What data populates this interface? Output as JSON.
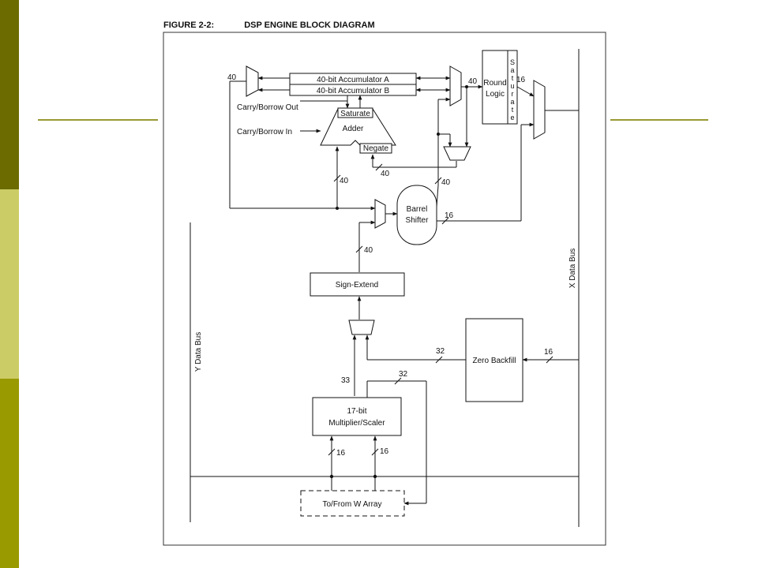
{
  "theme": {
    "bar_dark": "#6b6b00",
    "bar_light": "#cccc66",
    "bar_mid": "#999900",
    "rule_color": "#999933",
    "ink": "#111111"
  },
  "figure": {
    "number": "FIGURE 2-2:",
    "title": "DSP ENGINE BLOCK DIAGRAM"
  },
  "blocks": {
    "acc_a": "40-bit Accumulator A",
    "acc_b": "40-bit Accumulator B",
    "saturate_top": "Saturate",
    "adder": "Adder",
    "negate": "Negate",
    "round_logic_1": "Round",
    "round_logic_2": "Logic",
    "saturate_vertical": [
      "S",
      "a",
      "t",
      "u",
      "r",
      "a",
      "t",
      "e"
    ],
    "barrel_1": "Barrel",
    "barrel_2": "Shifter",
    "sign_extend": "Sign-Extend",
    "zero_backfill": "Zero Backfill",
    "multiplier_1": "17-bit",
    "multiplier_2": "Multiplier/Scaler",
    "w_array": "To/From W Array"
  },
  "signals": {
    "carry_out": "Carry/Borrow Out",
    "carry_in": "Carry/Borrow In",
    "x_bus": "X Data Bus",
    "y_bus": "Y Data Bus"
  },
  "widths": {
    "w40_mux_left": "40",
    "w40_mux_right": "40",
    "w16_round": "16",
    "w40_negate": "40",
    "w40_adder_in": "40",
    "w40_shifter_feed": "40",
    "w16_shifter_out": "16",
    "w40_sign_ext": "40",
    "w32_zero": "32",
    "w16_zero_in": "16",
    "w33": "33",
    "w32_mult": "32",
    "w16_mult_a": "16",
    "w16_mult_b": "16"
  }
}
